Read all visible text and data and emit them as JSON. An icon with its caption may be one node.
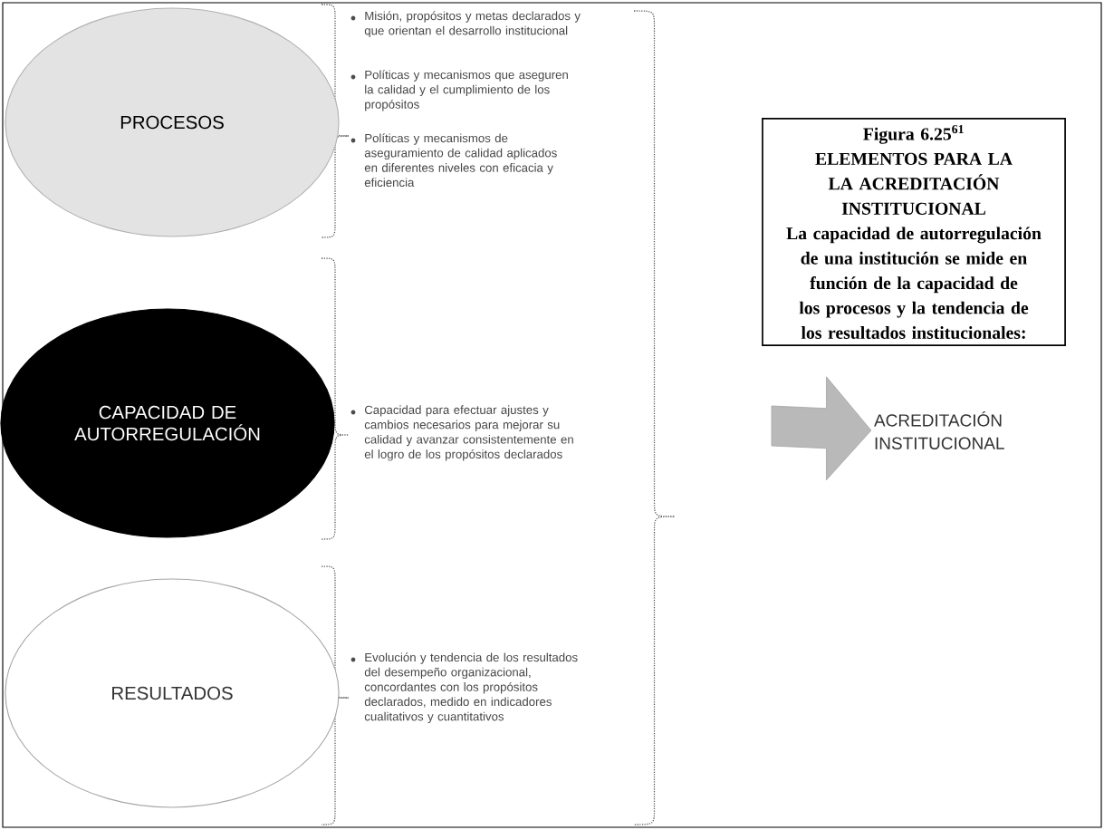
{
  "diagram": {
    "nodes": [
      {
        "text": [
          "PROCESOS"
        ]
      },
      {
        "text": [
          "CAPACIDAD DE AUTORREGULACIÓN"
        ]
      },
      {
        "text": [
          "RESULTADOS"
        ]
      },
      {
        "text": [
          "Figura 6.25$^{61}$",
          "ELEMENTOS PARA LA LA ACREDITACIÓN INSTITUCIONAL",
          "La capacidad de autorregulación de una institución se mide en función de la capacidad de los procesos y la tendencia de los resultados institucionales:"
        ]
      },
      {
        "text": [
          "ACREDITACIÓN INSTITUCIONAL"
        ]
      }
    ],
    "edges": [
      {
        "from": null,
        "to": 4,
        "arrow": "to"
      }
    ],
    "labels": [
      "Misión, propósitos y metas declarados y que orientan el desarrollo institucional",
      "Políticas y mecanismos que aseguren la calidad y el cumplimiento de los propósitos",
      "Políticas y mecanismos de aseguramiento de calidad aplicados en diferentes niveles con eficacia y eficiencia",
      "Capacidad para efectuar ajustes y cambios necesarios para mejorar su calidad y avanzar consistentemente en el logro de los propósitos declarados",
      "Evolución y tendencia de los resultados del desempeño organizacional, concordantes con los propósitos declarados, medido en indicadores cualitativos y cuantitativos"
    ]
  }
}
